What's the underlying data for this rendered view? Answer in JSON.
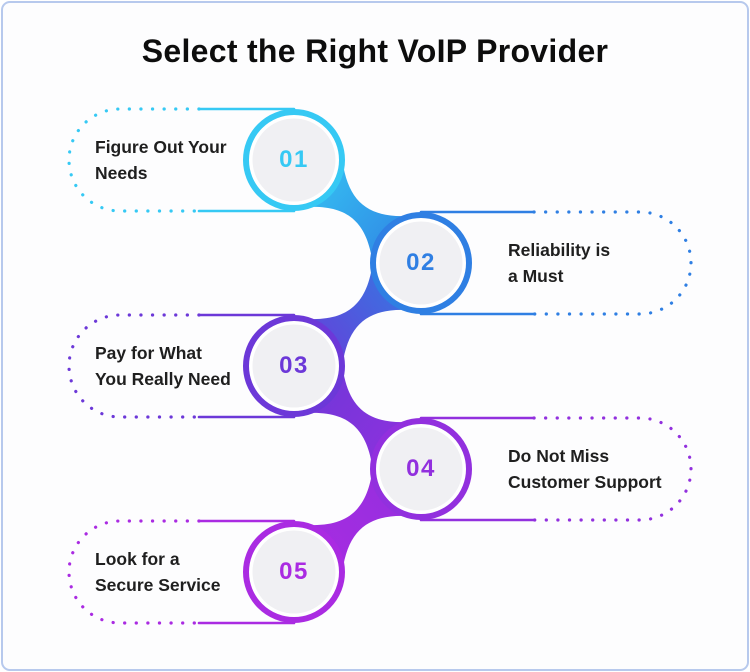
{
  "title": "Select the Right VoIP Provider",
  "steps": [
    {
      "number": "01",
      "lines": [
        "Figure Out Your",
        "Needs"
      ],
      "color": "#36c9f4",
      "side": "left"
    },
    {
      "number": "02",
      "lines": [
        "Reliability is",
        "a Must"
      ],
      "color": "#2f7fe3",
      "side": "right"
    },
    {
      "number": "03",
      "lines": [
        "Pay for What",
        "You Really Need"
      ],
      "color": "#6c38d8",
      "side": "left"
    },
    {
      "number": "04",
      "lines": [
        "Do Not Miss",
        "Customer Support"
      ],
      "color": "#9230de",
      "side": "right"
    },
    {
      "number": "05",
      "lines": [
        "Look for a",
        "Secure Service"
      ],
      "color": "#aa2be2",
      "side": "left"
    }
  ],
  "colors": {
    "card_border": "#b7c9ed",
    "card_background": "#fdfdfe",
    "circle_fill": "#f0f0f3",
    "title_text": "#0d0d0d",
    "label_text": "#1f1f1f"
  }
}
